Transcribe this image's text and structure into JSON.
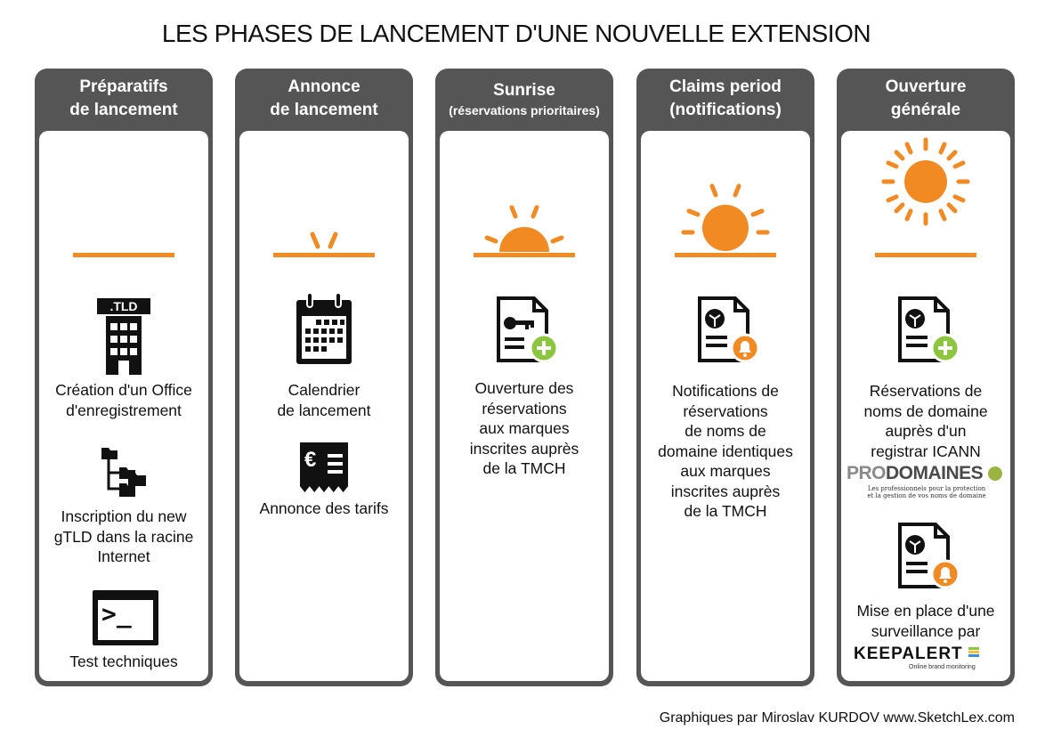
{
  "title": "LES PHASES DE LANCEMENT D'UNE NOUVELLE EXTENSION",
  "colors": {
    "header": "#555555",
    "accent": "#f28a24",
    "green": "#8cc63f",
    "icon": "#111111"
  },
  "columns": [
    {
      "heading": "Préparatifs\nde lancement",
      "phase_icon": "moon-icon",
      "items": [
        {
          "icon": "tld-building-icon",
          "badge": ".TLD",
          "label": "Création d'un Office\nd'enregistrement"
        },
        {
          "icon": "folder-tree-icon",
          "label": "Inscription du new\ngTLD dans la racine\nInternet"
        },
        {
          "icon": "terminal-icon",
          "prompt": ">_",
          "label": "Test techniques"
        }
      ]
    },
    {
      "heading": "Annonce\nde lancement",
      "phase_icon": "dawn-rays-icon",
      "items": [
        {
          "icon": "calendar-icon",
          "label": "Calendrier\nde lancement"
        },
        {
          "icon": "euro-receipt-icon",
          "symbol": "€",
          "label": "Annonce des tarifs"
        }
      ]
    },
    {
      "heading": "Sunrise",
      "subheading": "(réservations prioritaires)",
      "phase_icon": "sunrise-icon",
      "items": [
        {
          "icon": "key-document-add-icon",
          "label": "Ouverture des\nréservations\naux marques\ninscrites auprès\nde la TMCH"
        }
      ]
    },
    {
      "heading": "Claims period\n(notifications)",
      "phase_icon": "rising-sun-icon",
      "items": [
        {
          "icon": "document-alert-icon",
          "label": "Notifications de\nréservations\nde noms de\ndomaine identiques\naux marques\ninscrites auprès\nde la TMCH"
        }
      ]
    },
    {
      "heading": "Ouverture\ngénérale",
      "phase_icon": "full-sun-icon",
      "items": [
        {
          "icon": "document-add-icon",
          "label": "Réservations de\nnoms de domaine\nauprès d'un\nregistrar ICANN"
        },
        {
          "icon": "document-alert-icon",
          "label": "Mise en place d'une\nsurveillance par"
        }
      ],
      "logos": {
        "prodomaines": {
          "part1": "PRO",
          "part2": "DOMAINES",
          "tagline": "Les professionnels pour la protection\net la gestion de vos noms de domaine"
        },
        "keepalert": {
          "word": "KEEPALERT",
          "tagline": "Online brand monitoring"
        }
      }
    }
  ],
  "footer": "Graphiques par Miroslav KURDOV  www.SketchLex.com"
}
